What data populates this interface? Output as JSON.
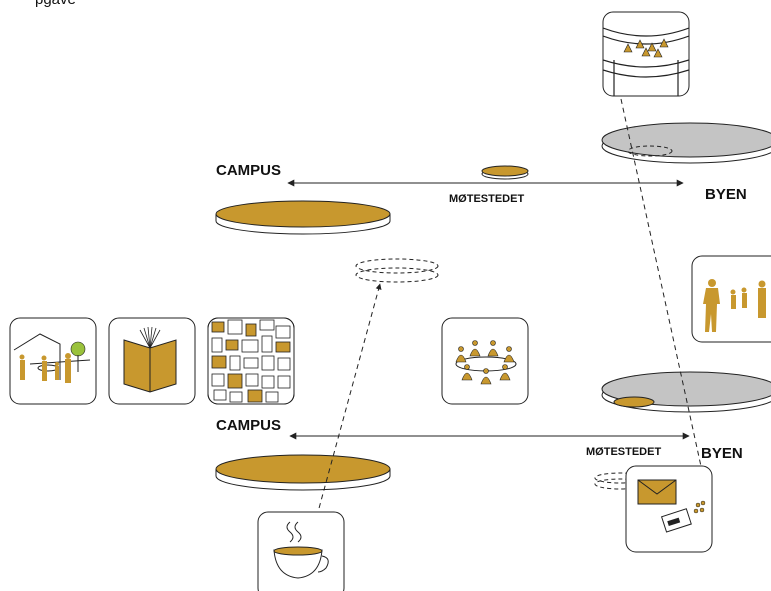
{
  "header": {
    "fragment": "pgave"
  },
  "upper": {
    "left_label": "CAMPUS",
    "right_label": "BYEN",
    "middle_label": "MØTESTEDET"
  },
  "lower": {
    "left_label": "CAMPUS",
    "right_label": "BYEN",
    "middle_label": "MØTESTEDET"
  },
  "colors": {
    "gold": "#c8982e",
    "gold_dark": "#a87d1c",
    "grey": "#c4c4c4",
    "line": "#222222"
  },
  "icons": [
    "stadium-audience-icon",
    "urban-people-icon",
    "campus-people-icon",
    "open-book-icon",
    "city-map-icon",
    "meeting-table-icon",
    "coffee-cup-icon",
    "mail-and-card-icon"
  ]
}
